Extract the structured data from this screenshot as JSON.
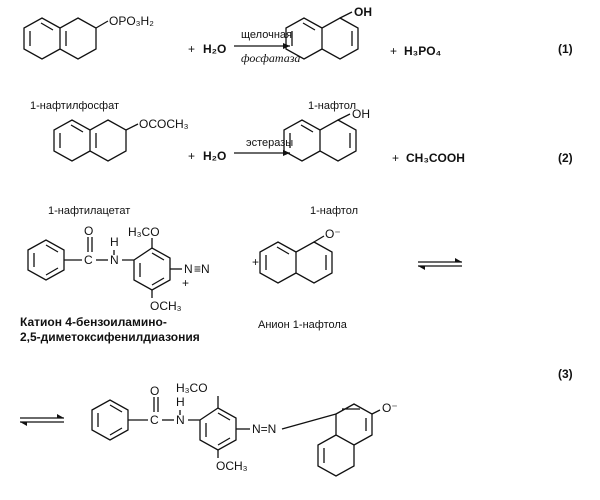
{
  "reaction1": {
    "reactant_substituent": "OPO₃H₂",
    "plus_1": "+",
    "water": "H₂O",
    "catalyst_line1": "щелочная",
    "catalyst_line2": "фосфатаза",
    "product_substituent": "OH",
    "plus_2": "+",
    "byproduct": "H₃PO₄",
    "number": "(1)",
    "reactant_name": "1-нафтилфосфат",
    "product_name": "1-нафтол"
  },
  "reaction2": {
    "reactant_substituent": "OCOCH₃",
    "plus_1": "+",
    "water": "H₂O",
    "catalyst": "эстеразы",
    "product_substituent": "OH",
    "plus_2": "+",
    "byproduct": "CH₃COOH",
    "number": "(2)",
    "reactant_name": "1-нафтилацетат",
    "product_name": "1-нафтол"
  },
  "reaction3": {
    "methoxy_top": "H₃CO",
    "carbonyl_o": "O",
    "amide_c": "C",
    "amide_h": "H",
    "amide_n": "N",
    "diazonium_n": "N",
    "diazonium_triple": "≡N",
    "diazonium_charge": "+",
    "methoxy_bottom": "OCH₃",
    "plus": "+",
    "naphtholate_o": "O⁻",
    "cation_name_line1": "Катион 4-бензоиламино-",
    "cation_name_line2": "2,5-диметоксифенилдиазония",
    "anion_name": "Анион 1-нафтола",
    "number": "(3)",
    "product_methoxy_top": "H₃CO",
    "product_carbonyl_o": "O",
    "product_amide_c": "C",
    "product_amide_h": "H",
    "product_amide_n": "N",
    "product_azo": "N=N",
    "product_methoxy_bottom": "OCH₃",
    "product_o": "O⁻"
  }
}
